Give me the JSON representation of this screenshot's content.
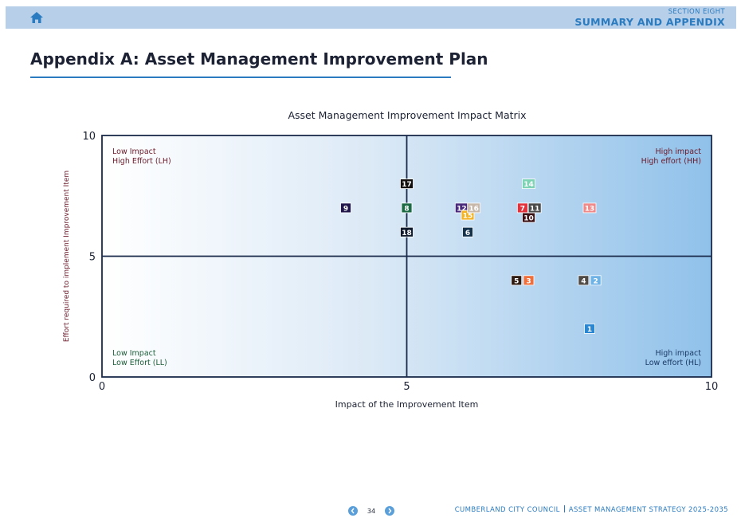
{
  "header": {
    "section_label": "SECTION EIGHT",
    "section_title": "SUMMARY AND APPENDIX",
    "home_icon": "home-icon"
  },
  "page": {
    "title": "Appendix A: Asset Management Improvement Plan"
  },
  "colors": {
    "accent": "#2a7bc0",
    "header_bg": "#b7cfe9",
    "axis": "#1a2a4a"
  },
  "chart_data": {
    "type": "scatter",
    "title": "Asset Management Improvement Impact Matrix",
    "xlabel": "Impact of the Improvement Item",
    "ylabel": "Effort required to implement Improvement Item",
    "xlim": [
      0,
      10
    ],
    "ylim": [
      0,
      10
    ],
    "xticks": [
      "0",
      "5",
      "10"
    ],
    "yticks": [
      "0",
      "5",
      "10"
    ],
    "divider_x": 5,
    "divider_y": 5,
    "quadrants": {
      "LH": [
        "Low Impact",
        "High Effort (LH)"
      ],
      "HH": [
        "High impact",
        "High effort (HH)"
      ],
      "LL": [
        "Low Impact",
        "Low Effort (LL)"
      ],
      "HL": [
        "High impact",
        "Low effort (HL)"
      ]
    },
    "quadrant_colors": {
      "LH": "#6b1a2a",
      "HH": "#6b1a2a",
      "LL": "#1a5c38",
      "HL": "#1a3a66"
    },
    "points": [
      {
        "id": "1",
        "x": 8.0,
        "y": 2.0,
        "color": "#2b86d1"
      },
      {
        "id": "2",
        "x": 8.1,
        "y": 4.0,
        "color": "#6fb2e6"
      },
      {
        "id": "3",
        "x": 7.0,
        "y": 4.0,
        "color": "#ef6f3c"
      },
      {
        "id": "4",
        "x": 7.9,
        "y": 4.0,
        "color": "#4f4a45"
      },
      {
        "id": "5",
        "x": 6.8,
        "y": 4.0,
        "color": "#2e1c12"
      },
      {
        "id": "6",
        "x": 6.0,
        "y": 6.0,
        "color": "#15324d"
      },
      {
        "id": "7",
        "x": 6.9,
        "y": 7.0,
        "color": "#e0333c"
      },
      {
        "id": "8",
        "x": 5.0,
        "y": 7.0,
        "color": "#1d6b45"
      },
      {
        "id": "9",
        "x": 4.0,
        "y": 7.0,
        "color": "#22174a"
      },
      {
        "id": "10",
        "x": 7.0,
        "y": 6.6,
        "color": "#3a1216"
      },
      {
        "id": "11",
        "x": 7.1,
        "y": 7.0,
        "color": "#4a4a4a"
      },
      {
        "id": "12",
        "x": 5.9,
        "y": 7.0,
        "color": "#4a2a7a"
      },
      {
        "id": "13",
        "x": 8.0,
        "y": 7.0,
        "color": "#f08a8a"
      },
      {
        "id": "14",
        "x": 7.0,
        "y": 8.0,
        "color": "#7ed3b5"
      },
      {
        "id": "15",
        "x": 6.0,
        "y": 6.7,
        "color": "#f3b324"
      },
      {
        "id": "16",
        "x": 6.1,
        "y": 7.0,
        "color": "#c8b8aa"
      },
      {
        "id": "17",
        "x": 5.0,
        "y": 8.0,
        "color": "#141010"
      },
      {
        "id": "18",
        "x": 5.0,
        "y": 6.0,
        "color": "#101a2a"
      }
    ]
  },
  "footer": {
    "page_number": "34",
    "org": "CUMBERLAND CITY COUNCIL",
    "doc": "ASSET MANAGEMENT STRATEGY 2025-2035",
    "prev_icon": "chevron-left-icon",
    "next_icon": "chevron-right-icon"
  }
}
